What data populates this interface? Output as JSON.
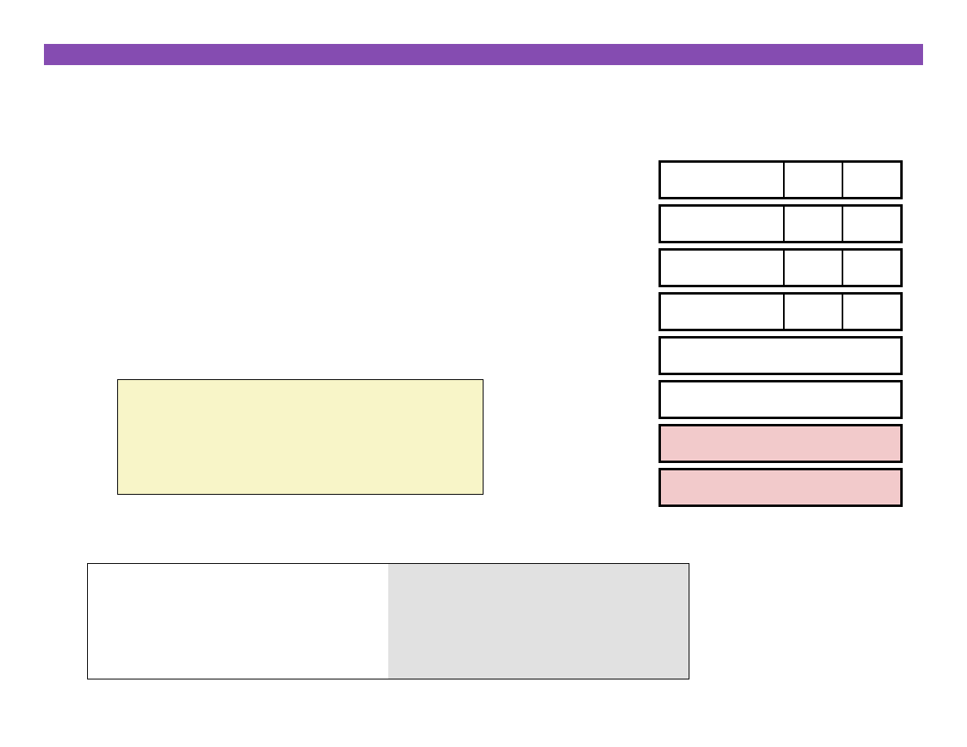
{
  "colors": {
    "header": "#854cb1",
    "note_fill": "#f8f5c8",
    "alert_fill": "#f2cacb",
    "gray_fill": "#e1e1e1",
    "white": "#ffffff"
  },
  "side_panel": {
    "rows": [
      {
        "kind": "three-cell",
        "fill": "white"
      },
      {
        "kind": "three-cell",
        "fill": "white"
      },
      {
        "kind": "three-cell",
        "fill": "white"
      },
      {
        "kind": "three-cell",
        "fill": "white"
      },
      {
        "kind": "single",
        "fill": "white"
      },
      {
        "kind": "single",
        "fill": "white"
      },
      {
        "kind": "single",
        "fill": "alert"
      },
      {
        "kind": "single",
        "fill": "alert"
      }
    ]
  }
}
